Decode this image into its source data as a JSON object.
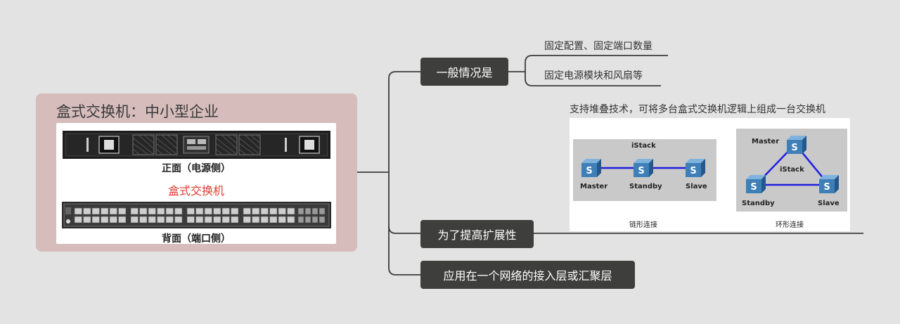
{
  "root": {
    "title": "盒式交换机：中小型企业",
    "front_caption": "正面（电源侧）",
    "middle_caption": "盒式交换机",
    "back_caption": "背面（端口侧）"
  },
  "branches": {
    "general": {
      "label": "一般情况是",
      "items": [
        "固定配置、固定端口数量",
        "固定电源模块和风扇等"
      ]
    },
    "scalability": {
      "label": "为了提高扩展性",
      "note": "支持堆叠技术，可将多台盒式交换机逻辑上组成一台交换机",
      "chain": {
        "title": "iStack",
        "nodes": [
          "Master",
          "Standby",
          "Slave"
        ],
        "caption": "链形连接"
      },
      "ring": {
        "title": "iStack",
        "nodes": [
          "Master",
          "Standby",
          "Slave"
        ],
        "caption": "环形连接"
      }
    },
    "usage": {
      "label": "应用在一个网络的接入层或汇聚层"
    }
  },
  "colors": {
    "topic": "#3e3e3c",
    "root_card": "#d6bdbc",
    "accent_red": "#e03a2f",
    "switch_blue": "#3e7fb8",
    "link_blue": "#1f1fe0"
  },
  "icons": {
    "switch": "switch-icon"
  }
}
